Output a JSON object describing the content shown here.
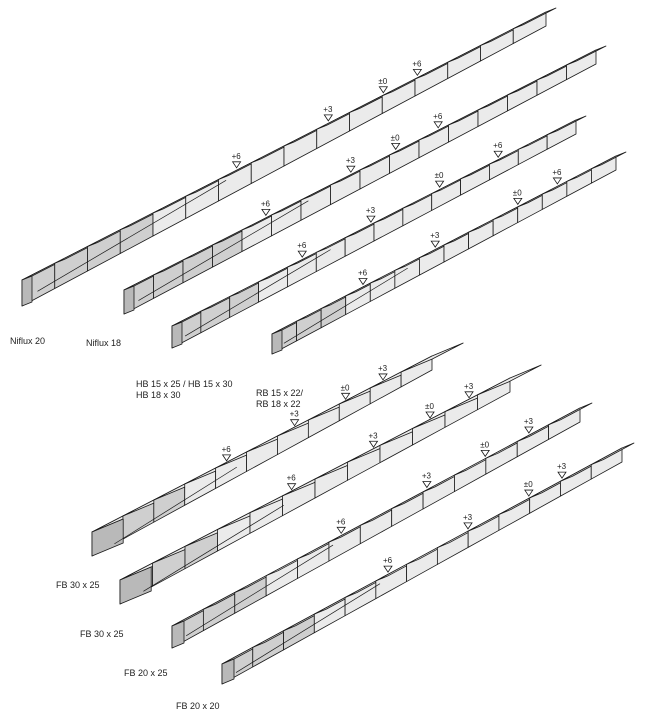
{
  "labels": {
    "niflux20": "Niflux 20",
    "niflux18": "Niflux 18",
    "hb_line1": "HB 15 x 25 / HB 15 x 30",
    "hb_line2": "HB 18 x 30",
    "rb_line1": "RB 15 x 22/",
    "rb_line2": "RB 18 x 22",
    "fb30_1": "FB 30 x 25",
    "fb30_2": "FB 30 x 25",
    "fb20_1": "FB 20 x 25",
    "fb20_2": "FB 20 x 20"
  },
  "groups": [
    {
      "name": "top-group",
      "channels": [
        {
          "id": "niflux-20",
          "markers": [
            "+6",
            "+3",
            "±0",
            "+6"
          ]
        },
        {
          "id": "niflux-18",
          "markers": [
            "+6",
            "+3",
            "±0",
            "+6"
          ]
        },
        {
          "id": "hb",
          "markers": [
            "+6",
            "+3",
            "±0",
            "+6"
          ]
        },
        {
          "id": "rb",
          "markers": [
            "+6",
            "+3",
            "±0",
            "+6"
          ]
        }
      ]
    },
    {
      "name": "bottom-group",
      "channels": [
        {
          "id": "fb-30-25-a",
          "markers": [
            "+6",
            "+3",
            "±0",
            "+3"
          ]
        },
        {
          "id": "fb-30-25-b",
          "markers": [
            "+6",
            "+3",
            "±0",
            "+3"
          ]
        },
        {
          "id": "fb-20-25",
          "markers": [
            "+6",
            "+3",
            "±0",
            "+3"
          ]
        },
        {
          "id": "fb-20-20",
          "markers": [
            "+6",
            "+3",
            "±0",
            "+3"
          ]
        }
      ]
    }
  ],
  "colors": {
    "fill_top": "#ebebeb",
    "fill_side": "#cfcfcf",
    "fill_dark": "#b9b9b9",
    "stroke": "#1a1a1a"
  }
}
